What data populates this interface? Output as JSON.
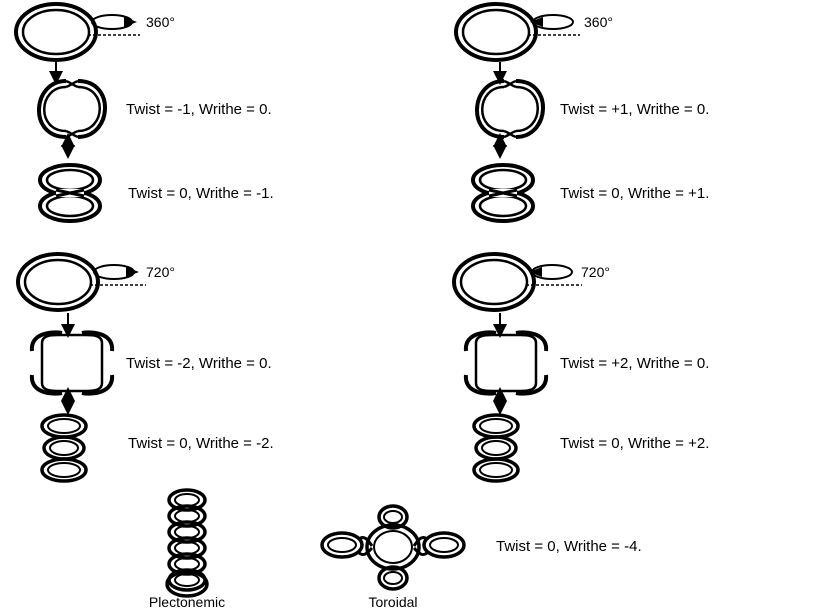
{
  "panels": [
    {
      "angle": "360°",
      "rotation": "clockwise",
      "twist_label": "Twist = -1, Writhe = 0.",
      "writhe_label": "Twist = 0, Writhe = -1."
    },
    {
      "angle": "360°",
      "rotation": "counterclockwise",
      "twist_label": "Twist = +1, Writhe = 0.",
      "writhe_label": "Twist = 0, Writhe = +1."
    },
    {
      "angle": "720°",
      "rotation": "clockwise",
      "twist_label": "Twist = -2, Writhe = 0.",
      "writhe_label": "Twist = 0, Writhe = -2."
    },
    {
      "angle": "720°",
      "rotation": "counterclockwise",
      "twist_label": "Twist = +2, Writhe = 0.",
      "writhe_label": "Twist = 0, Writhe = +2."
    }
  ],
  "bottom": {
    "plectonemic_label": "Plectonemic",
    "toroidal_label": "Toroidal",
    "label": "Twist = 0, Writhe = -4."
  }
}
